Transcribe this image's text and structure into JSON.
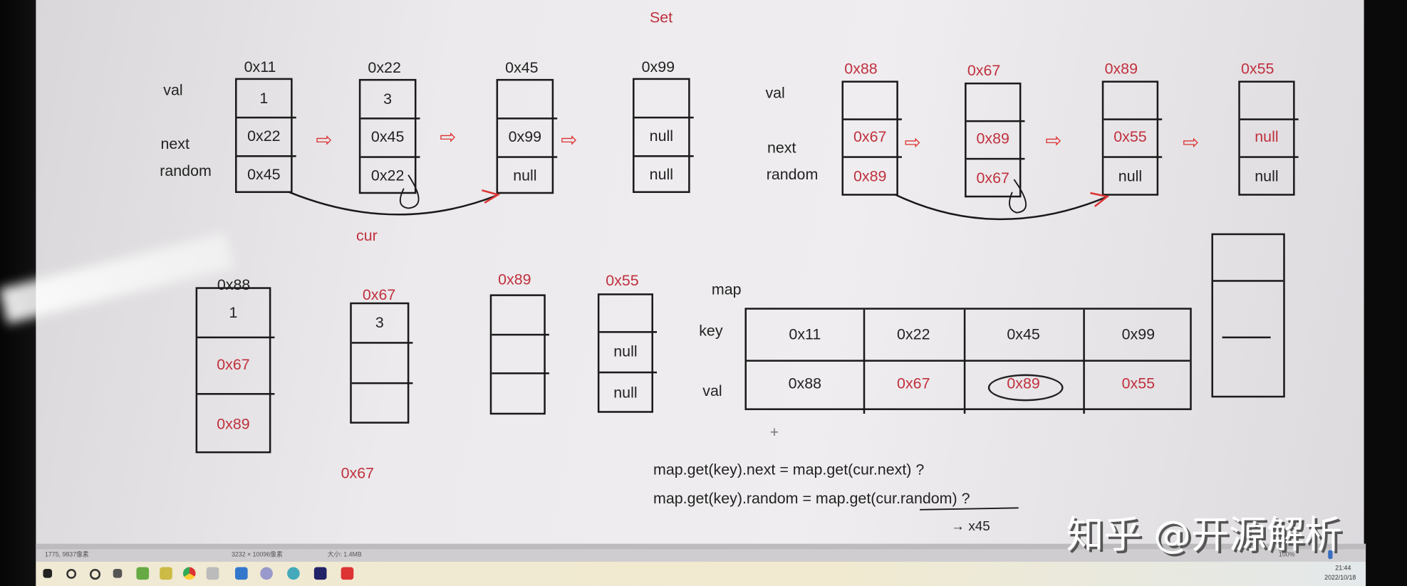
{
  "title": "Set",
  "row_labels": [
    "val",
    "next",
    "random"
  ],
  "original_list": [
    {
      "addr": "0x11",
      "val": "1",
      "next": "0x22",
      "random": "0x45"
    },
    {
      "addr": "0x22",
      "val": "3",
      "next": "0x45",
      "random": "0x22"
    },
    {
      "addr": "0x45",
      "val": "",
      "next": "0x99",
      "random": "null"
    },
    {
      "addr": "0x99",
      "val": "",
      "next": "null",
      "random": "null"
    }
  ],
  "copied_list": [
    {
      "addr": "0x88",
      "val": "",
      "next": "0x67",
      "random": "0x89"
    },
    {
      "addr": "0x67",
      "val": "",
      "next": "0x89",
      "random": "0x67"
    },
    {
      "addr": "0x89",
      "val": "",
      "next": "0x55",
      "random": "null"
    },
    {
      "addr": "0x55",
      "val": "",
      "next": "null",
      "random": "null"
    }
  ],
  "cur_label": "cur",
  "new_nodes": [
    {
      "addr": "0x88",
      "cells": [
        "1",
        "0x67",
        "0x89"
      ]
    },
    {
      "addr": "0x67",
      "cells": [
        "3",
        "",
        ""
      ]
    },
    {
      "addr": "0x89",
      "cells": [
        "",
        "",
        ""
      ]
    },
    {
      "addr": "0x55",
      "cells": [
        "",
        "null",
        "null"
      ]
    }
  ],
  "stray_label": "0x67",
  "map": {
    "label": "map",
    "key_label": "key",
    "val_label": "val",
    "keys": [
      "0x11",
      "0x22",
      "0x45",
      "0x99"
    ],
    "vals": [
      "0x88",
      "0x67",
      "0x89",
      "0x55"
    ]
  },
  "formulas": {
    "line1": "map.get(key).next =   map.get(cur.next)  ?",
    "line2": "map.get(key).random = map.get(cur.random)  ?",
    "note": "→ x45"
  },
  "watermark": "知乎 @开源解析",
  "statusbar": {
    "cursor": "1775, 9837像素",
    "dimensions": "3232 × 10096像素",
    "size": "大小: 1.4MB",
    "zoom": "100%"
  },
  "taskbar": {
    "time": "21:44",
    "date": "2022/10/18"
  },
  "colors": {
    "ink": "#1a1a1a",
    "red_ink": "#c0303e"
  }
}
